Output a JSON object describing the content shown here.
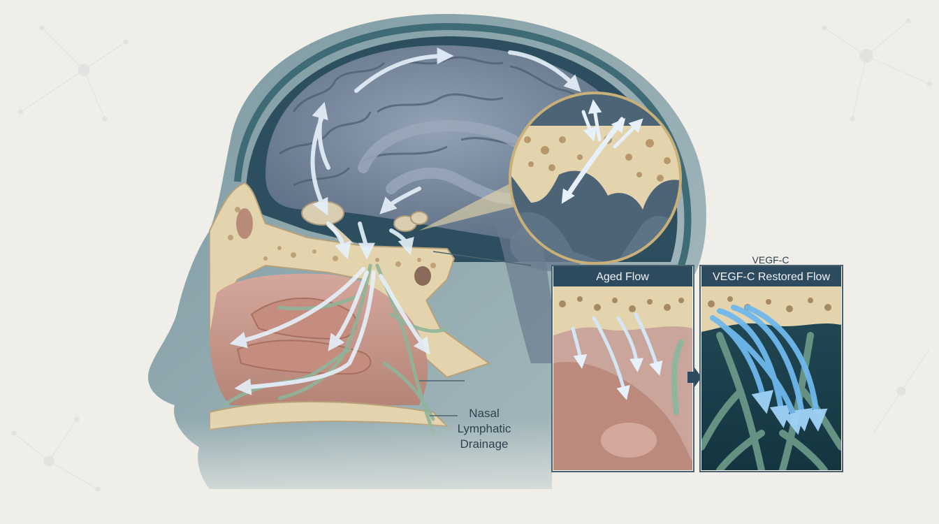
{
  "labels": {
    "nasal_line1": "Nasal",
    "nasal_line2": "Lymphatic",
    "nasal_line3": "Drainage"
  },
  "panels": {
    "aged": {
      "title": "Aged Flow"
    },
    "restored": {
      "small_label": "VEGF-C",
      "title": "VEGF-C Restored Flow"
    }
  },
  "colors": {
    "background": "#efeee9",
    "skull": "#5f8a94",
    "brain": "#6f7f92",
    "bone": "#e7d9b8",
    "mucosa": "#c79a90",
    "lymphatic": "#8fb59a",
    "flow_arrow": "#cfe3f4",
    "panel_header": "#2e4a5e",
    "restored_bg": "#163a44",
    "restored_arrow": "#6fb8ec"
  },
  "icons": [
    "flow-arrow-icon",
    "transition-arrow-icon",
    "neuron-network-icon"
  ]
}
